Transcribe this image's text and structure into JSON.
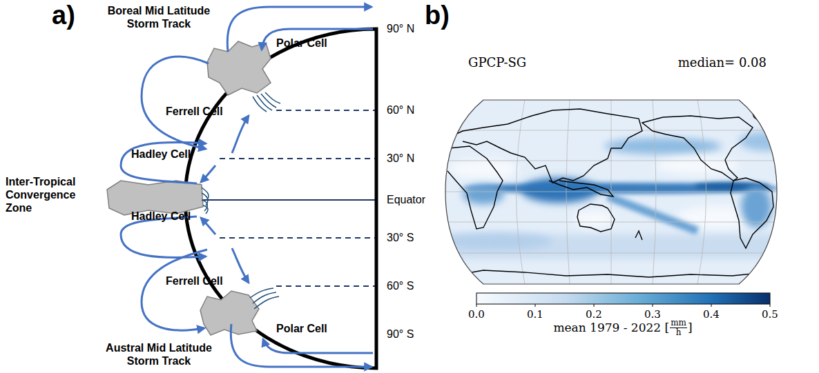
{
  "diagram": {
    "labels": [
      "a)",
      "b)",
      "Boreal Mid Latitude Storm Track",
      "Polar Cell",
      "Ferrell Cell",
      "Inter-Tropical Convergence Zone",
      "Hadley Cell",
      "Hadley Cell",
      "Ferrell Cell",
      "Austral Mid Latitude Storm Track",
      "Polar Cell",
      "90° N",
      "60° N",
      "30° N",
      "Equator",
      "30° S",
      "60° S",
      "90° S",
      "GPCP-SG",
      "median= 0.08",
      "0.0",
      "0.1",
      "0.2",
      "0.3",
      "0.4",
      "0.5",
      "mean 1979 - 2022 [",
      "mm",
      "h",
      "]"
    ]
  }
}
